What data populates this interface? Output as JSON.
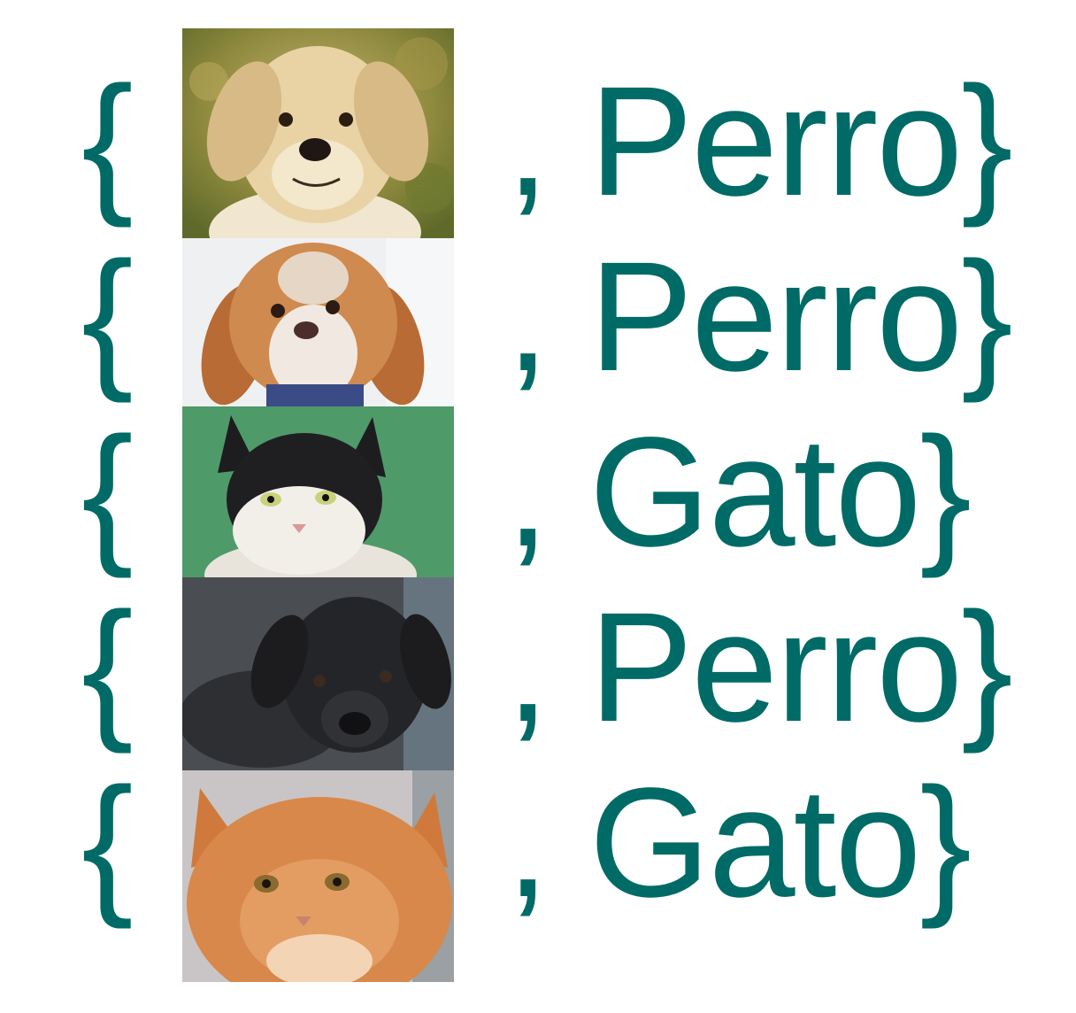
{
  "theme": {
    "text_color": "#006b66"
  },
  "rows": [
    {
      "open": "{",
      "label": ", Perro}",
      "image": "yellow-labrador-puppy"
    },
    {
      "open": "{",
      "label": ", Perro}",
      "image": "fluffy-tan-white-dog"
    },
    {
      "open": "{",
      "label": ", Gato}",
      "image": "black-white-cat"
    },
    {
      "open": "{",
      "label": ", Perro}",
      "image": "black-labrador-puppy"
    },
    {
      "open": "{",
      "label": ", Gato}",
      "image": "orange-longhair-cat"
    }
  ]
}
